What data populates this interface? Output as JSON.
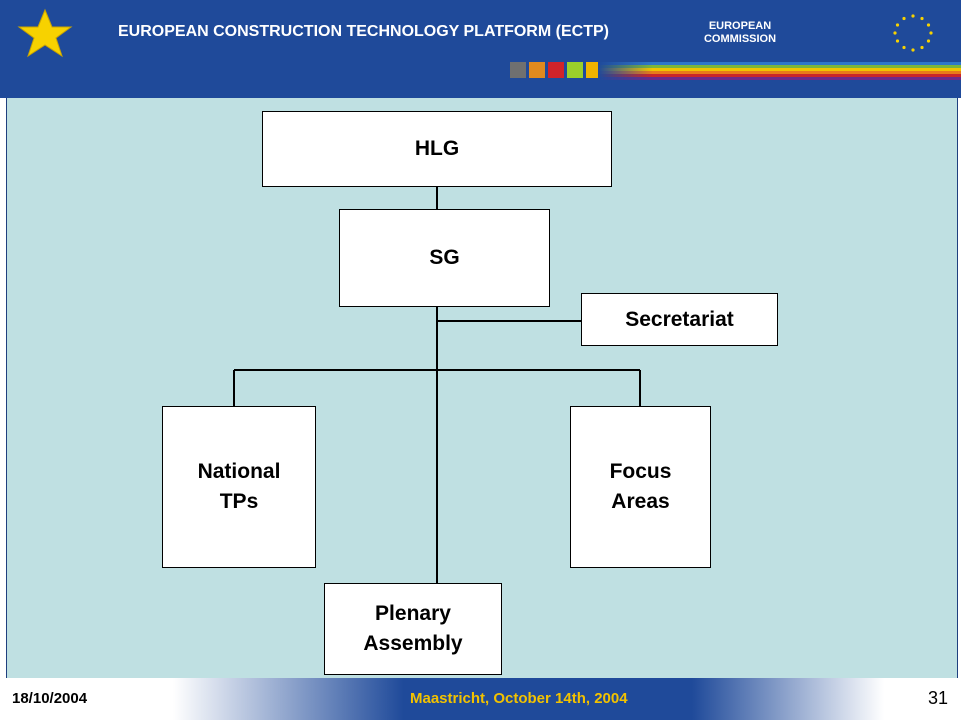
{
  "header": {
    "title": "EUROPEAN CONSTRUCTION TECHNOLOGY PLATFORM (ECTP)",
    "commission": "EUROPEAN COMMISSION",
    "icons": [
      "tunnel-icon",
      "city-icon",
      "plus-icon",
      "sun-icon",
      "looped-square-icon"
    ]
  },
  "diagram": {
    "nodes": {
      "hlg": "HLG",
      "sg": "SG",
      "secretariat": "Secretariat",
      "national_tps": "National TPs",
      "focus_areas": "Focus Areas",
      "plenary_assembly": "Plenary Assembly"
    },
    "edges": [
      [
        "HLG",
        "SG"
      ],
      [
        "SG",
        "Secretariat"
      ],
      [
        "SG",
        "National TPs"
      ],
      [
        "SG",
        "Focus Areas"
      ],
      [
        "SG",
        "Plenary Assembly"
      ]
    ]
  },
  "footer": {
    "date": "18/10/2004",
    "event": "Maastricht, October 14th, 2004",
    "page": "31"
  },
  "colors": {
    "brand_blue": "#1f4a9a",
    "content_bg": "#bfe0e2",
    "footer_event": "#f2c200"
  }
}
